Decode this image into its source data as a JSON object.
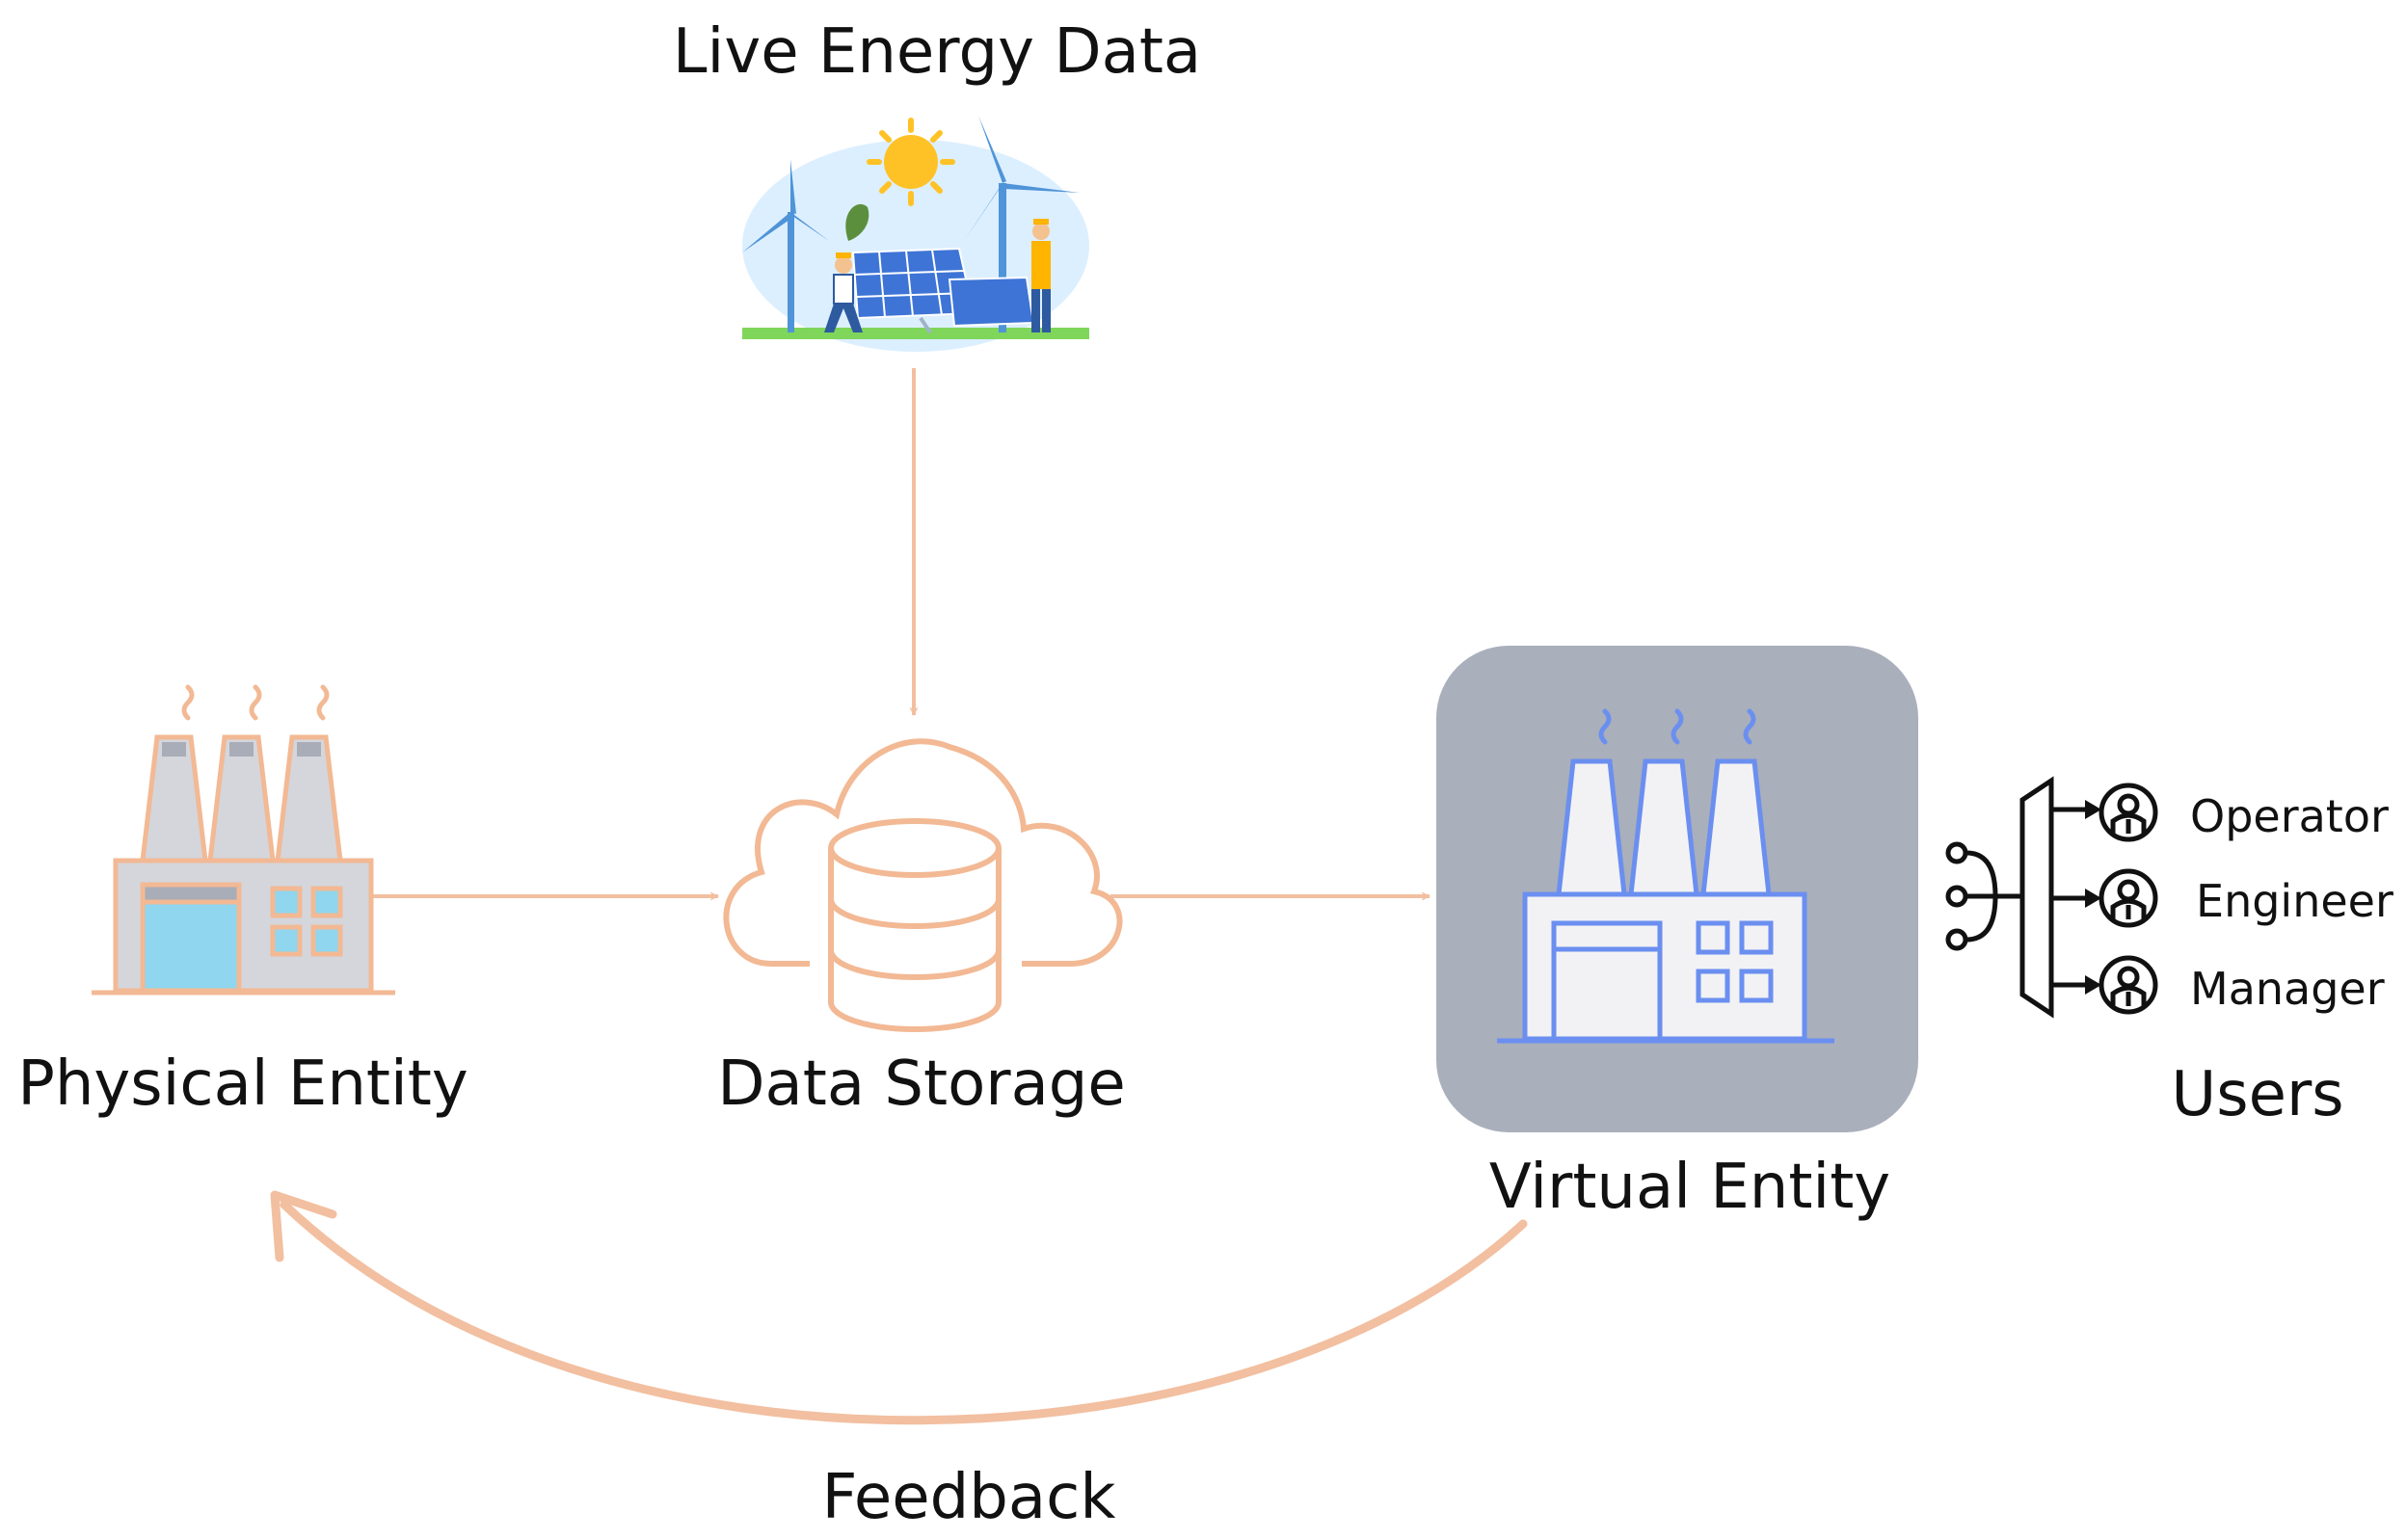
{
  "labels": {
    "live_energy_data": "Live Energy Data",
    "physical_entity": "Physical Entity",
    "data_storage": "Data Storage",
    "virtual_entity": "Virtual Entity",
    "users": "Users",
    "feedback": "Feedback"
  },
  "users": {
    "roles": [
      "Operator",
      "Engineer",
      "Manager"
    ]
  },
  "colors": {
    "flow_arrow": "#f2bfa0",
    "physical_outline": "#f2b994",
    "physical_body": "#d4d6dc",
    "physical_window": "#8fd6ee",
    "virtual_panel": "#a9afbb",
    "virtual_outline": "#6b8ff0",
    "virtual_body": "#f2f2f4",
    "icon_dark": "#111111"
  },
  "icons": {
    "live_energy": "solar-wind-farm-illustration",
    "physical": "factory-icon",
    "storage": "cloud-database-icon",
    "virtual": "factory-icon",
    "users_splitter": "multiplexer-icon",
    "user": "user-circle-icon"
  }
}
